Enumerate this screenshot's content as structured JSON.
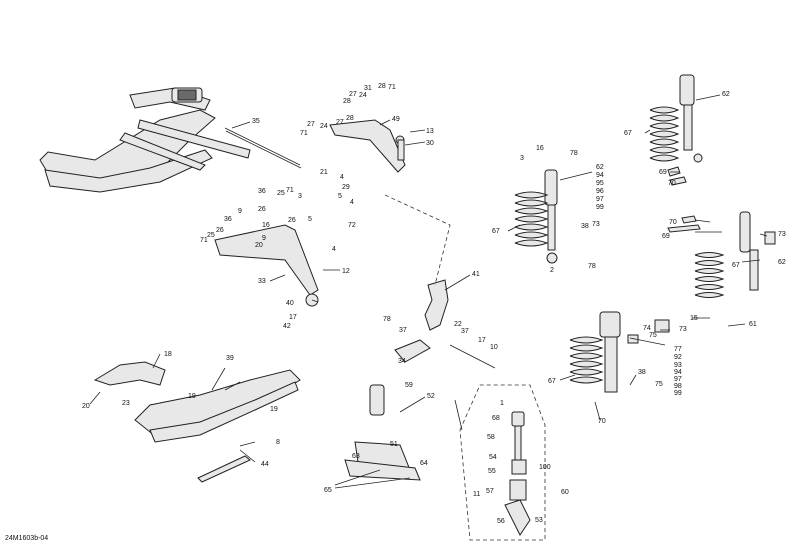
{
  "diagram": {
    "code": "24M1603b-04",
    "labels": {
      "l35": "35",
      "l62a": "62",
      "l67a": "67",
      "l69a": "69",
      "l70a": "70",
      "l28a": "28",
      "l71a": "71",
      "l31a": "31",
      "l27a": "27",
      "l24a": "24",
      "l28b": "28",
      "l27b": "27",
      "l24b": "24",
      "l27c": "27",
      "l28c": "28",
      "l71b": "71",
      "l49": "49",
      "l13": "13",
      "l30": "30",
      "l3a": "3",
      "l16a": "16",
      "l78a": "78",
      "l62b": "62",
      "l94a": "94",
      "l95a": "95",
      "l96a": "96",
      "l97a": "97",
      "l99a": "99",
      "l21": "21",
      "l4a": "4",
      "l29": "29",
      "l36a": "36",
      "l25a": "25",
      "l71c": "71",
      "l5a": "5",
      "l3b": "3",
      "l4b": "4",
      "l9a": "9",
      "l26a": "26",
      "l26b": "26",
      "l5b": "5",
      "l72": "72",
      "l36b": "36",
      "l16b": "16",
      "l71d": "71",
      "l25b": "25",
      "l26c": "26",
      "l20a": "20",
      "l9b": "9",
      "l4c": "4",
      "l67b": "67",
      "l38a": "38",
      "l73a": "73",
      "l2": "2",
      "l78b": "78",
      "l70b": "70",
      "l69b": "69",
      "l73b": "73",
      "l62c": "62",
      "l67c": "67",
      "l12": "12",
      "l33": "33",
      "l41": "41",
      "l40": "40",
      "l17a": "17",
      "l42": "42",
      "l78c": "78",
      "l37a": "37",
      "l22": "22",
      "l37b": "37",
      "l17b": "17",
      "l10": "10",
      "l34": "34",
      "l15": "15",
      "l61": "61",
      "l74": "74",
      "l75a": "75",
      "l73c": "73",
      "l77": "77",
      "l92": "92",
      "l93": "93",
      "l94b": "94",
      "l97b": "97",
      "l98": "98",
      "l99b": "99",
      "l67d": "67",
      "l38b": "38",
      "l75b": "75",
      "l70c": "70",
      "l18": "18",
      "l39": "39",
      "l20b": "20",
      "l23": "23",
      "l19a": "19",
      "l19b": "19",
      "l59": "59",
      "l52": "52",
      "l8": "8",
      "l44": "44",
      "l1": "1",
      "l68": "68",
      "l58": "58",
      "l54": "54",
      "l55": "55",
      "l100": "100",
      "l57": "57",
      "l11": "11",
      "l56": "56",
      "l60": "60",
      "l53": "53",
      "l63": "63",
      "l51": "51",
      "l64": "64",
      "l65": "65"
    }
  }
}
